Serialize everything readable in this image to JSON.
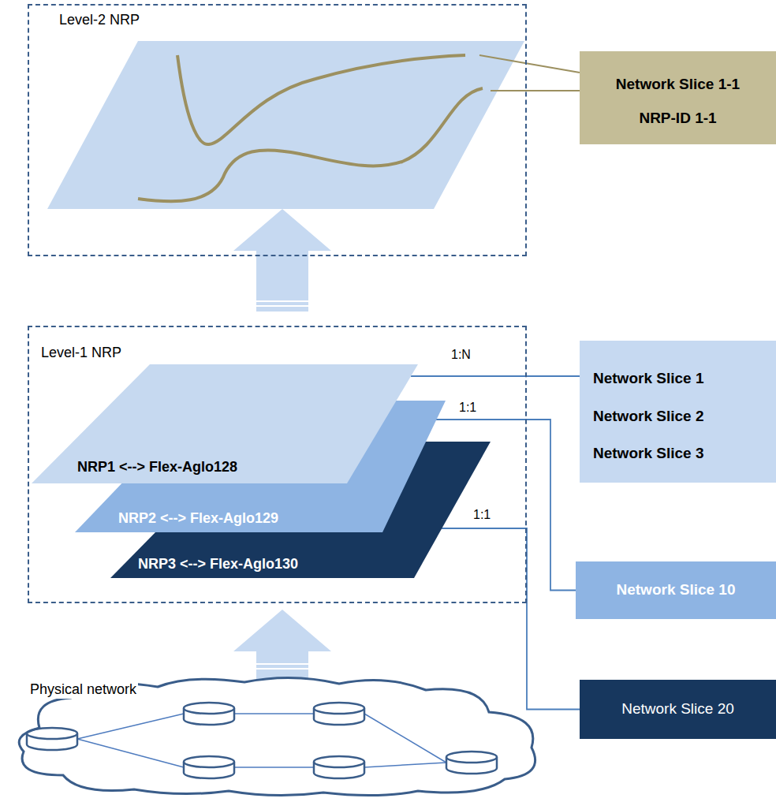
{
  "diagram": {
    "nodes": [
      {
        "text": [
          "Level-2 NRP"
        ]
      },
      {
        "text": [
          "Network Slice 1-1",
          "NRP-ID 1-1"
        ]
      },
      {
        "text": [
          "Level-1 NRP"
        ]
      },
      {
        "text": [
          "NRP1 <--> Flex-Aglo128"
        ],
        "in": 2
      },
      {
        "text": [
          "NRP2 <--> Flex-Aglo129"
        ],
        "in": 2
      },
      {
        "text": [
          "NRP3 <--> Flex-Aglo130"
        ],
        "in": 2
      },
      {
        "text": [
          "Network Slice 1",
          "Network Slice 2",
          "Network Slice 3"
        ]
      },
      {
        "text": [
          "Network Slice 10"
        ]
      },
      {
        "text": [
          "Physical network"
        ]
      },
      {
        "text": [
          "Network Slice 20"
        ]
      }
    ],
    "edges": [
      {
        "from": 0,
        "to": 1,
        "arrow": "none"
      },
      {
        "from": 0,
        "to": 1,
        "arrow": "none"
      },
      {
        "from": 2,
        "to": 0,
        "arrow": "to"
      },
      {
        "from": 3,
        "to": 6,
        "arrow": "none",
        "label": "1:N"
      },
      {
        "from": 4,
        "to": 7,
        "arrow": "none",
        "label": "1:1"
      },
      {
        "from": 5,
        "to": 9,
        "arrow": "none",
        "label": "1:1"
      },
      {
        "from": 8,
        "to": 2,
        "arrow": "to"
      }
    ]
  }
}
